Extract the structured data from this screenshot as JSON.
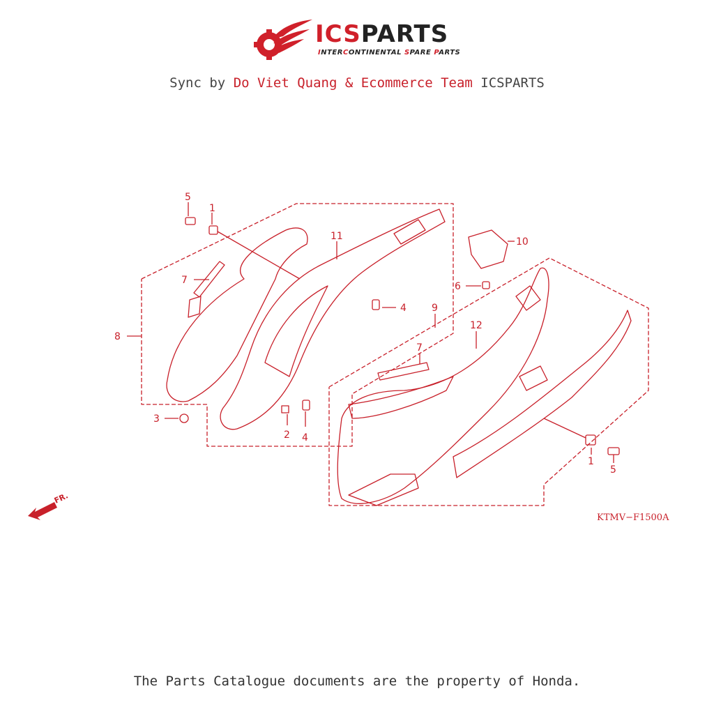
{
  "brand": {
    "name_red": "ICS",
    "name_dark": "PARTS",
    "tagline_parts": [
      "I",
      "NTER",
      "C",
      "ONTINENTAL ",
      "S",
      "PARE ",
      "P",
      "ARTS"
    ]
  },
  "sync": {
    "prefix": "Sync by ",
    "highlight": "Do Viet Quang & Ecommerce Team",
    "suffix": " ICSPARTS"
  },
  "diagram": {
    "code": "KTMV−F1500A",
    "front_label": "FR.",
    "callouts": [
      "5",
      "1",
      "11",
      "7",
      "8",
      "3",
      "2",
      "4",
      "4",
      "10",
      "6",
      "9",
      "12",
      "7",
      "1",
      "5"
    ]
  },
  "footer": "The Parts Catalogue documents are the property of Honda.",
  "colors": {
    "accent": "#c8202a",
    "text": "#444444"
  }
}
